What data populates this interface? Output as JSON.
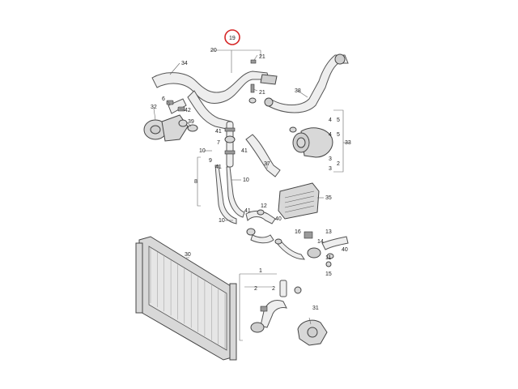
{
  "diagram": {
    "highlight_color": "#d62828",
    "highlighted_callout": "19",
    "callouts": {
      "c19": "19",
      "c20": "20",
      "c21a": "21",
      "c21b": "21",
      "c34": "34",
      "c38": "38",
      "c32": "32",
      "c42": "42",
      "c6": "6",
      "c39": "39",
      "c41a": "41",
      "c41b": "41",
      "c41c": "41",
      "c41d": "41",
      "c7": "7",
      "c10a": "10",
      "c10b": "10",
      "c10c": "10",
      "c9": "9",
      "c37": "37",
      "c4a": "4",
      "c4b": "4",
      "c5a": "5",
      "c5b": "5",
      "c3a": "3",
      "c3b": "3",
      "c2a": "2",
      "c2b": "2",
      "c2c": "2",
      "c33": "33",
      "c8": "8",
      "c12": "12",
      "c35": "35",
      "c40a": "40",
      "c40b": "40",
      "c16": "16",
      "c13": "13",
      "c14": "14",
      "c11": "11",
      "c15": "15",
      "c30": "30",
      "c1": "1",
      "c31": "31"
    }
  }
}
